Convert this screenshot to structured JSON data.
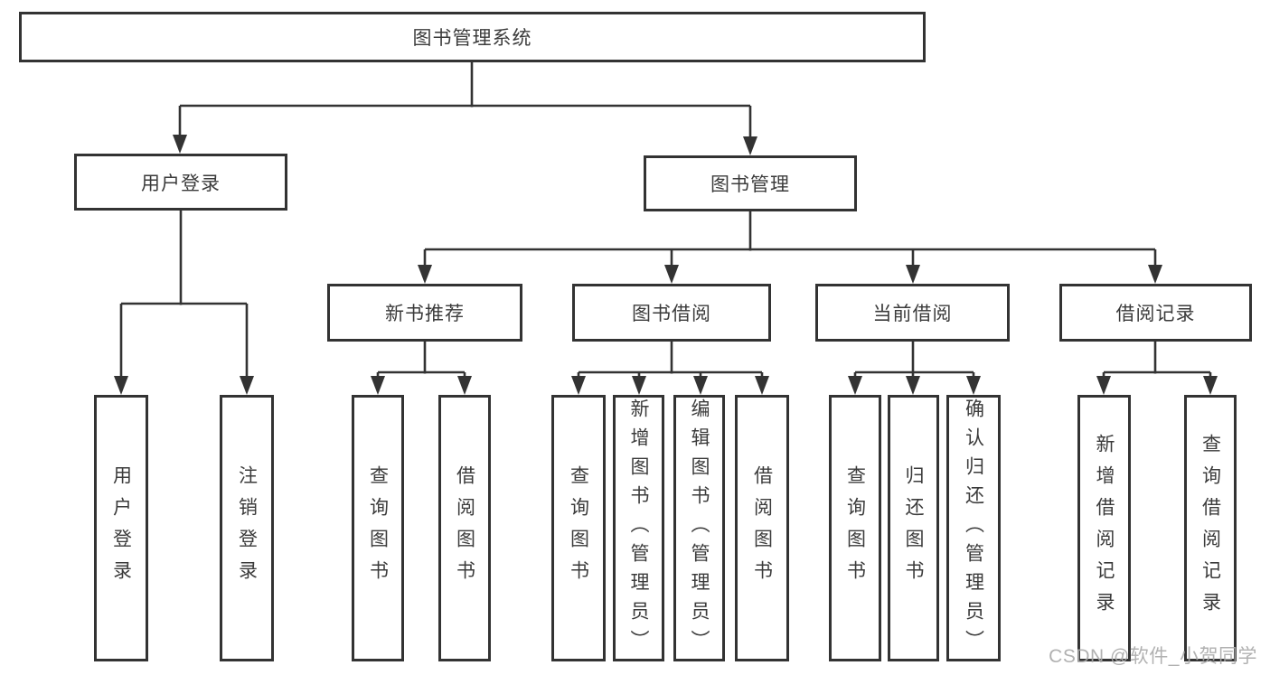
{
  "colors": {
    "line": "#333333",
    "text": "#3b3b3b",
    "watermark": "#a9a9a9"
  },
  "watermark": "CSDN @软件_小贺同学",
  "tree": {
    "root": {
      "label": "图书管理系统",
      "children": [
        {
          "label": "用户登录",
          "children": [
            {
              "label": "用户登录"
            },
            {
              "label": "注销登录"
            }
          ]
        },
        {
          "label": "图书管理",
          "children": [
            {
              "label": "新书推荐",
              "children": [
                {
                  "label": "查询图书"
                },
                {
                  "label": "借阅图书"
                }
              ]
            },
            {
              "label": "图书借阅",
              "children": [
                {
                  "label": "查询图书"
                },
                {
                  "label": "新增图书（管理员）"
                },
                {
                  "label": "编辑图书（管理员）"
                },
                {
                  "label": "借阅图书"
                }
              ]
            },
            {
              "label": "当前借阅",
              "children": [
                {
                  "label": "查询图书"
                },
                {
                  "label": "归还图书"
                },
                {
                  "label": "确认归还（管理员）"
                }
              ]
            },
            {
              "label": "借阅记录",
              "children": [
                {
                  "label": "新增借阅记录"
                },
                {
                  "label": "查询借阅记录"
                }
              ]
            }
          ]
        }
      ]
    }
  }
}
